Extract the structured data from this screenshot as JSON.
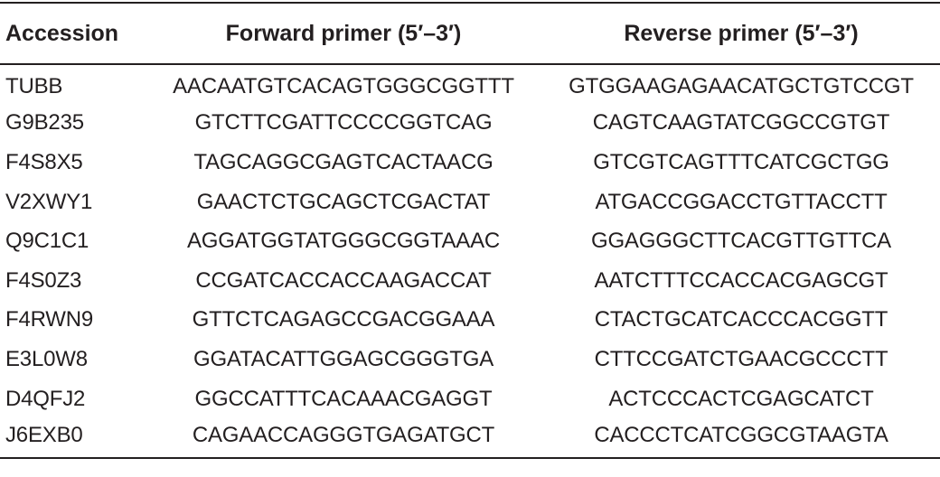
{
  "table": {
    "headers": [
      "Accession",
      "Forward primer (5′–3′)",
      "Reverse primer (5′–3′)"
    ],
    "rows": [
      [
        "TUBB",
        "AACAATGTCACAGTGGGCGGTTT",
        "GTGGAAGAGAACATGCTGTCCGT"
      ],
      [
        "G9B235",
        "GTCTTCGATTCCCCGGTCAG",
        "CAGTCAAGTATCGGCCGTGT"
      ],
      [
        "F4S8X5",
        "TAGCAGGCGAGTCACTAACG",
        "GTCGTCAGTTTCATCGCTGG"
      ],
      [
        "V2XWY1",
        "GAACTCTGCAGCTCGACTAT",
        "ATGACCGGACCTGTTACCTT"
      ],
      [
        "Q9C1C1",
        "AGGATGGTATGGGCGGTAAAC",
        "GGAGGGCTTCACGTTGTTCA"
      ],
      [
        "F4S0Z3",
        "CCGATCACCACCAAGACCAT",
        "AATCTTTCCACCACGAGCGT"
      ],
      [
        "F4RWN9",
        "GTTCTCAGAGCCGACGGAAA",
        "CTACTGCATCACCCACGGTT"
      ],
      [
        "E3L0W8",
        "GGATACATTGGAGCGGGTGA",
        "CTTCCGATCTGAACGCCCTT"
      ],
      [
        "D4QFJ2",
        "GGCCATTTCACAAACGAGGT",
        "ACTCCCACTCGAGCATCT"
      ],
      [
        "J6EXB0",
        "CAGAACCAGGGTGAGATGCT",
        "CACCCTCATCGGCGTAAGTA"
      ]
    ]
  }
}
